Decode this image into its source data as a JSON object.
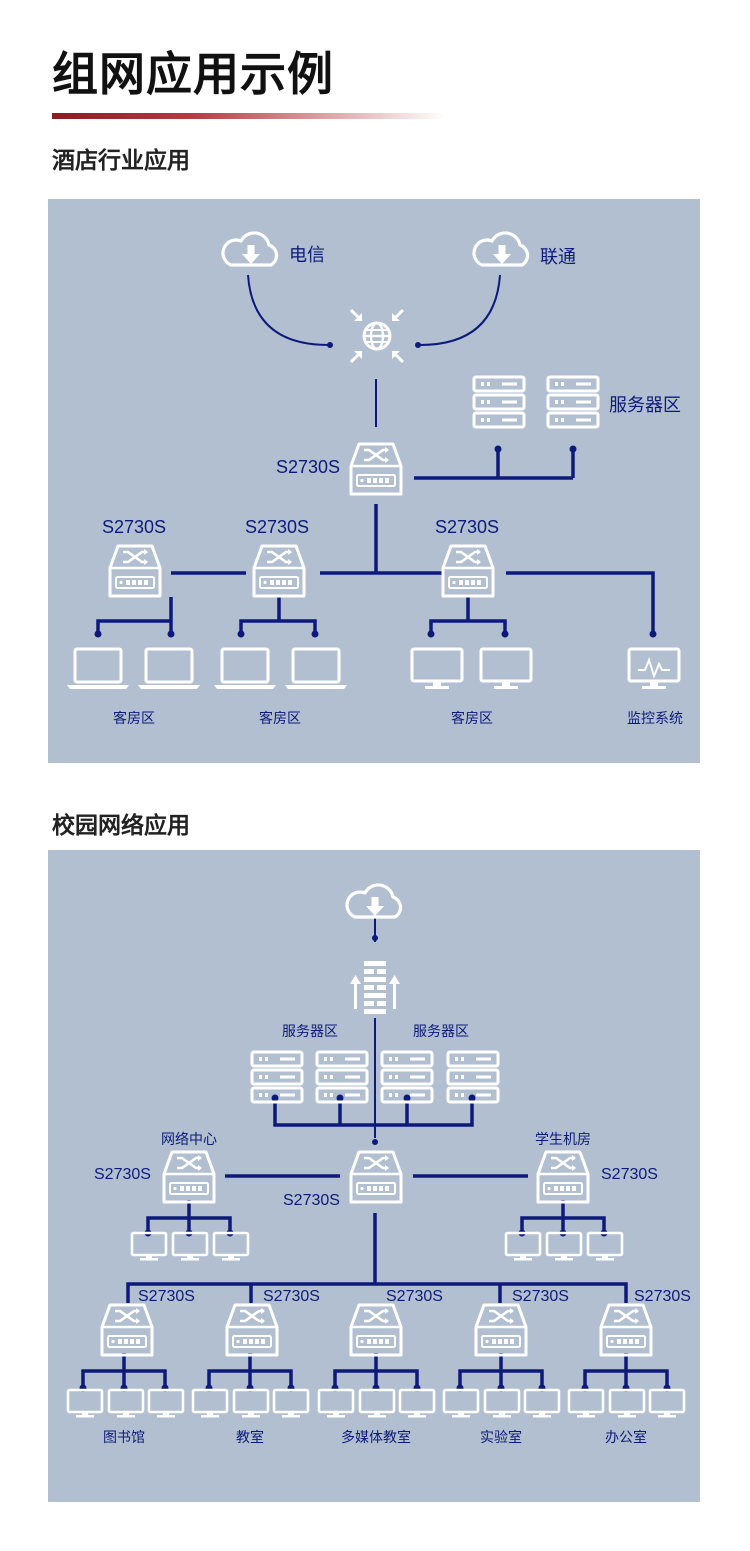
{
  "page_title": "组网应用示例",
  "hotel": {
    "section_title": "酒店行业应用",
    "isp_left": "电信",
    "isp_right": "联通",
    "server_zone": "服务器区",
    "core_model": "S2730S",
    "access_models": [
      "S2730S",
      "S2730S",
      "S2730S"
    ],
    "zones": [
      "客房区",
      "客房区",
      "客房区",
      "监控系统"
    ]
  },
  "campus": {
    "section_title": "校园网络应用",
    "server_zone_left": "服务器区",
    "server_zone_right": "服务器区",
    "network_center": "网络中心",
    "student_room": "学生机房",
    "left_model": "S2730S",
    "core_model": "S2730S",
    "right_model": "S2730S",
    "bottom_models": [
      "S2730S",
      "S2730S",
      "S2730S",
      "S2730S",
      "S2730S"
    ],
    "bottom_zones": [
      "图书馆",
      "教室",
      "多媒体教室",
      "实验室",
      "办公室"
    ]
  },
  "colors": {
    "panel": "#b1bfd1",
    "line": "#0e1a7a",
    "icon": "#ffffff",
    "accent": "#8a1c22"
  }
}
